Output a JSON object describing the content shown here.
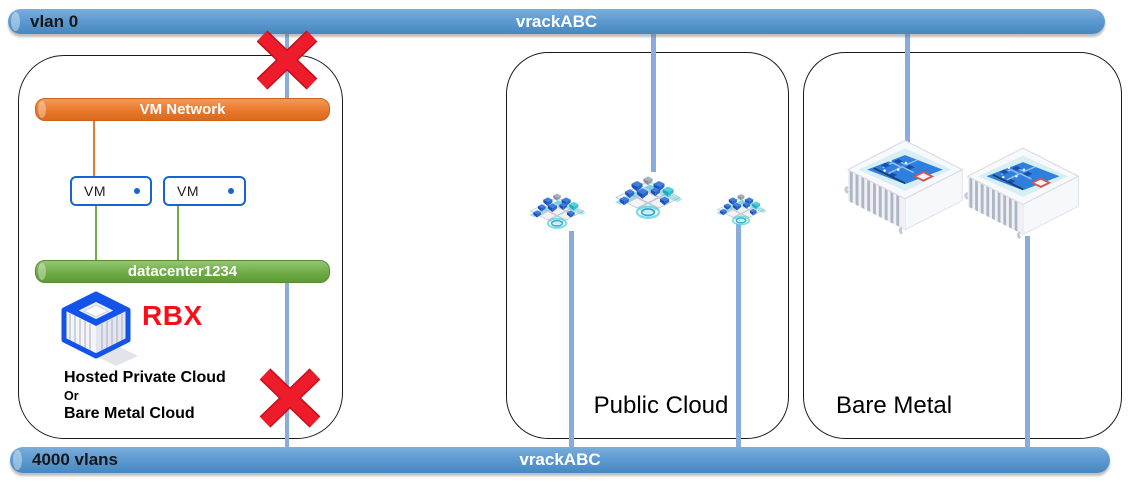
{
  "top_bar": {
    "left_label": "vlan 0",
    "center_label": "vrackABC"
  },
  "bottom_bar": {
    "left_label": "4000 vlans",
    "center_label": "vrackABC"
  },
  "left_panel": {
    "network_bar_label": "VM Network",
    "vm_boxes": [
      {
        "label": "VM"
      },
      {
        "label": "VM"
      }
    ],
    "datacenter_bar_label": "datacenter1234",
    "site_code": "RBX",
    "caption_lines": [
      "Hosted Private Cloud",
      "Or",
      "Bare Metal Cloud"
    ]
  },
  "middle_panel": {
    "label": "Public Cloud"
  },
  "right_panel": {
    "label": "Bare Metal"
  },
  "colors": {
    "vrack_bar_blue": "#5E9BD2",
    "connector_blue": "#8AACDC",
    "vm_network_orange": "#E9782B",
    "datacenter_green": "#6FAC45",
    "vm_border_blue": "#1565D6",
    "cross_red": "#E81A2B",
    "site_code_red": "#F90D1B"
  }
}
